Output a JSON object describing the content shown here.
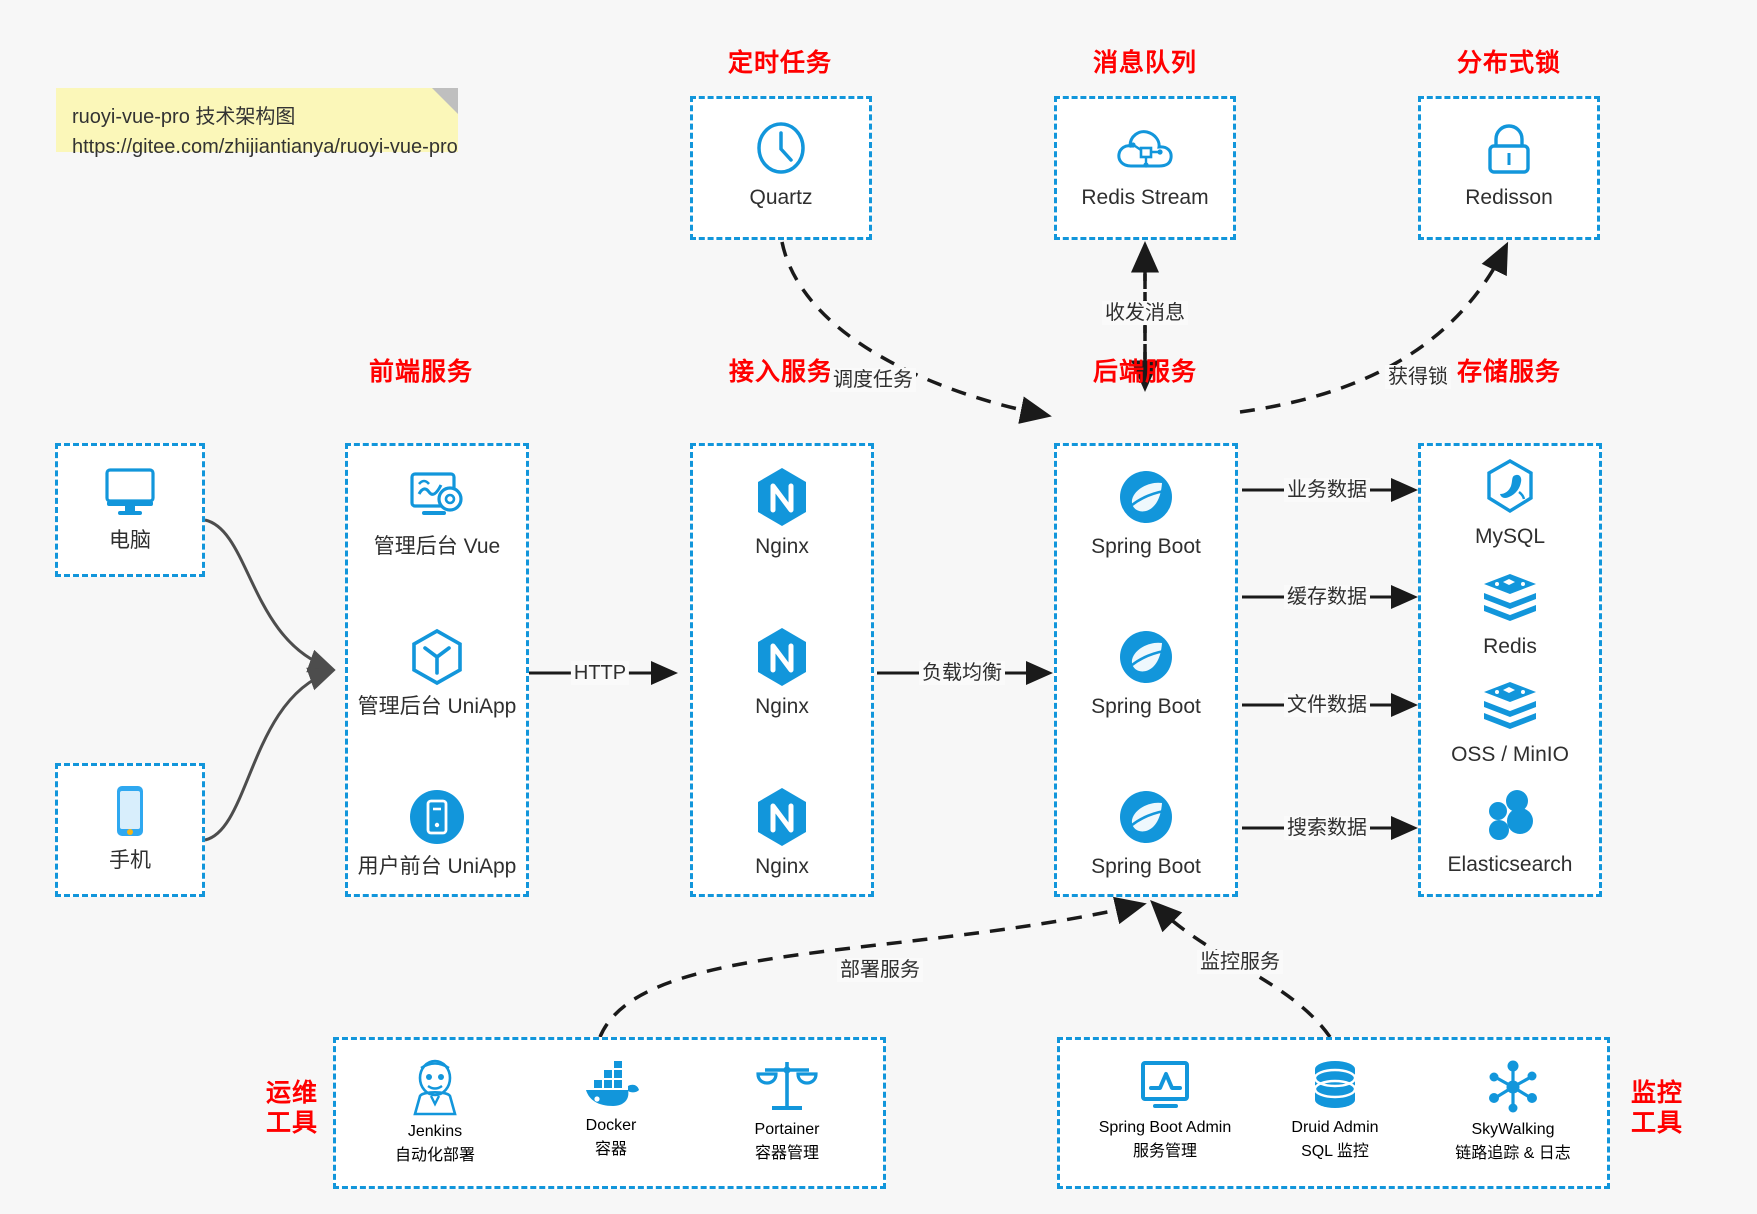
{
  "note": {
    "line1": "ruoyi-vue-pro 技术架构图",
    "line2": "https://gitee.com/zhijiantianya/ruoyi-vue-pro"
  },
  "groups": {
    "scheduler": {
      "title": "定时任务",
      "items": [
        {
          "label": "Quartz",
          "icon": "clock-icon"
        }
      ]
    },
    "mq": {
      "title": "消息队列",
      "items": [
        {
          "label": "Redis Stream",
          "icon": "cloud-node-icon"
        }
      ]
    },
    "lock": {
      "title": "分布式锁",
      "items": [
        {
          "label": "Redisson",
          "icon": "lock-icon"
        }
      ]
    },
    "clients": {
      "title": "",
      "items": [
        {
          "label": "电脑",
          "icon": "desktop-icon"
        },
        {
          "label": "手机",
          "icon": "phone-icon"
        }
      ]
    },
    "frontend": {
      "title": "前端服务",
      "items": [
        {
          "label": "管理后台 Vue",
          "icon": "dashboard-gear-icon"
        },
        {
          "label": "管理后台 UniApp",
          "icon": "cube-y-icon"
        },
        {
          "label": "用户前台 UniApp",
          "icon": "mobile-circle-icon"
        }
      ]
    },
    "gateway": {
      "title": "接入服务",
      "items": [
        {
          "label": "Nginx",
          "icon": "nginx-icon"
        },
        {
          "label": "Nginx",
          "icon": "nginx-icon"
        },
        {
          "label": "Nginx",
          "icon": "nginx-icon"
        }
      ]
    },
    "backend": {
      "title": "后端服务",
      "items": [
        {
          "label": "Spring Boot",
          "icon": "spring-leaf-icon"
        },
        {
          "label": "Spring Boot",
          "icon": "spring-leaf-icon"
        },
        {
          "label": "Spring Boot",
          "icon": "spring-leaf-icon"
        }
      ]
    },
    "storage": {
      "title": "存储服务",
      "items": [
        {
          "label": "MySQL",
          "icon": "mysql-dolphin-icon"
        },
        {
          "label": "Redis",
          "icon": "redis-stack-icon"
        },
        {
          "label": "OSS / MinIO",
          "icon": "redis-stack-icon"
        },
        {
          "label": "Elasticsearch",
          "icon": "elastic-cluster-icon"
        }
      ]
    },
    "devops": {
      "title": "运维\n工具",
      "title_line1": "运维",
      "title_line2": "工具",
      "items": [
        {
          "label": "Jenkins",
          "sub": "自动化部署",
          "icon": "jenkins-butler-icon"
        },
        {
          "label": "Docker",
          "sub": "容器",
          "icon": "docker-whale-icon"
        },
        {
          "label": "Portainer",
          "sub": "容器管理",
          "icon": "scales-icon"
        }
      ]
    },
    "monitoring": {
      "title": "监控\n工具",
      "title_line1": "监控",
      "title_line2": "工具",
      "items": [
        {
          "label": "Spring Boot Admin",
          "sub": "服务管理",
          "icon": "monitor-chart-icon"
        },
        {
          "label": "Druid Admin",
          "sub": "SQL 监控",
          "icon": "database-icon"
        },
        {
          "label": "SkyWalking",
          "sub": "链路追踪 & 日志",
          "icon": "skywalking-icon"
        }
      ]
    }
  },
  "edges": {
    "schedule_task": "调度任务",
    "mq_messages": "收发消息",
    "acquire_lock": "获得锁",
    "http": "HTTP",
    "load_balance": "负载均衡",
    "business_data": "业务数据",
    "cache_data": "缓存数据",
    "file_data": "文件数据",
    "search_data": "搜索数据",
    "deploy_service": "部署服务",
    "monitor_service": "监控服务"
  },
  "colors": {
    "accent": "#1296db",
    "title": "#ff0000",
    "note_bg": "#fbf7b9",
    "edge": "#1a1a1a",
    "client_edge": "#4d4d4d",
    "page_bg": "#f7f7f7"
  }
}
